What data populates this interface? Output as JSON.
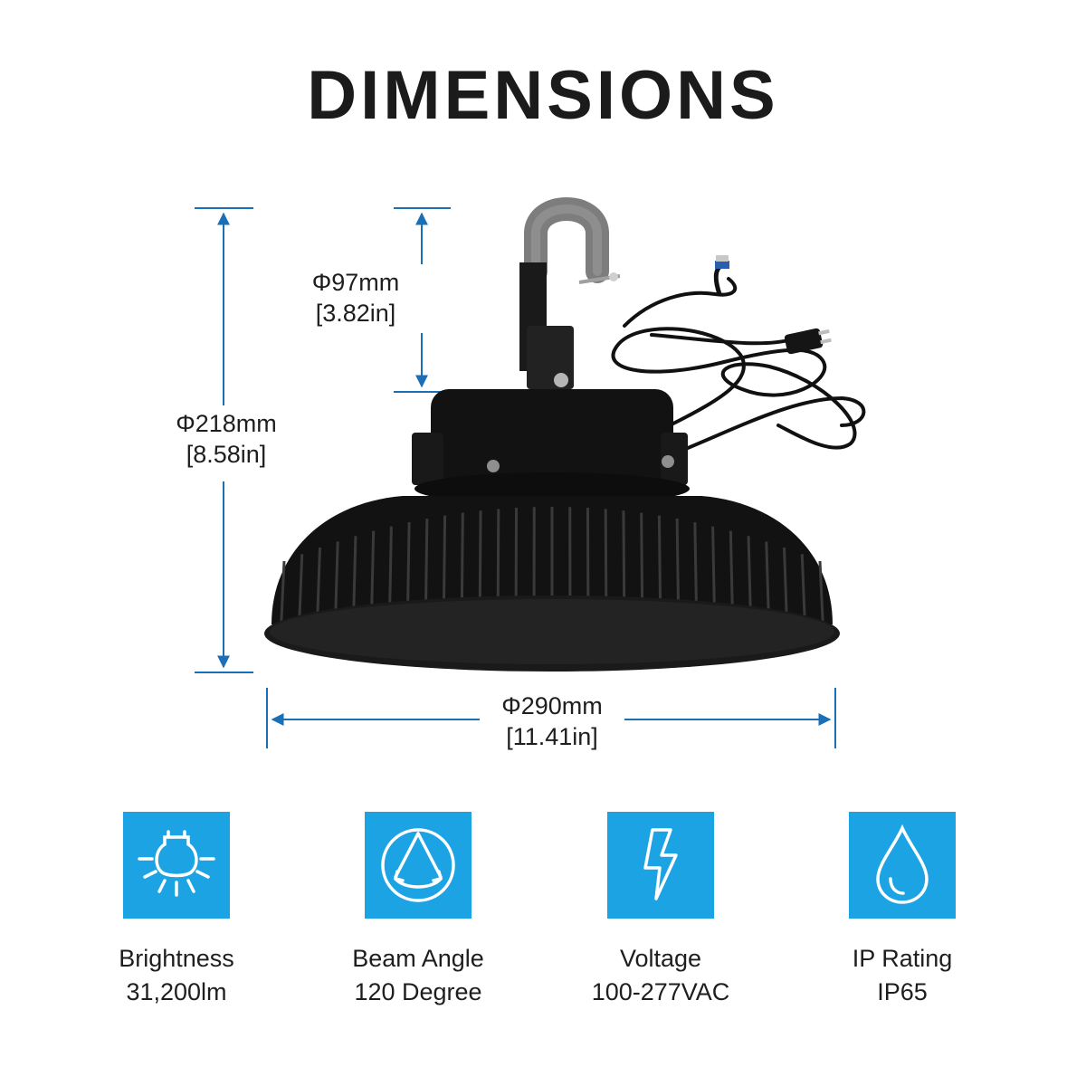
{
  "title": "DIMENSIONS",
  "dimensions": {
    "hook_height": {
      "metric": "Φ97mm",
      "imperial": "[3.82in]"
    },
    "total_height": {
      "metric": "Φ218mm",
      "imperial": "[8.58in]"
    },
    "diameter": {
      "metric": "Φ290mm",
      "imperial": "[11.41in]"
    }
  },
  "accent_color": "#1ba3e4",
  "dimension_line_color": "#1a6fb5",
  "features": [
    {
      "icon": "light-bulb-icon",
      "name": "Brightness",
      "value": "31,200lm"
    },
    {
      "icon": "beam-angle-icon",
      "name": "Beam Angle",
      "value": "120 Degree"
    },
    {
      "icon": "lightning-bolt-icon",
      "name": "Voltage",
      "value": "100-277VAC"
    },
    {
      "icon": "water-drop-icon",
      "name": "IP Rating",
      "value": "IP65"
    }
  ]
}
